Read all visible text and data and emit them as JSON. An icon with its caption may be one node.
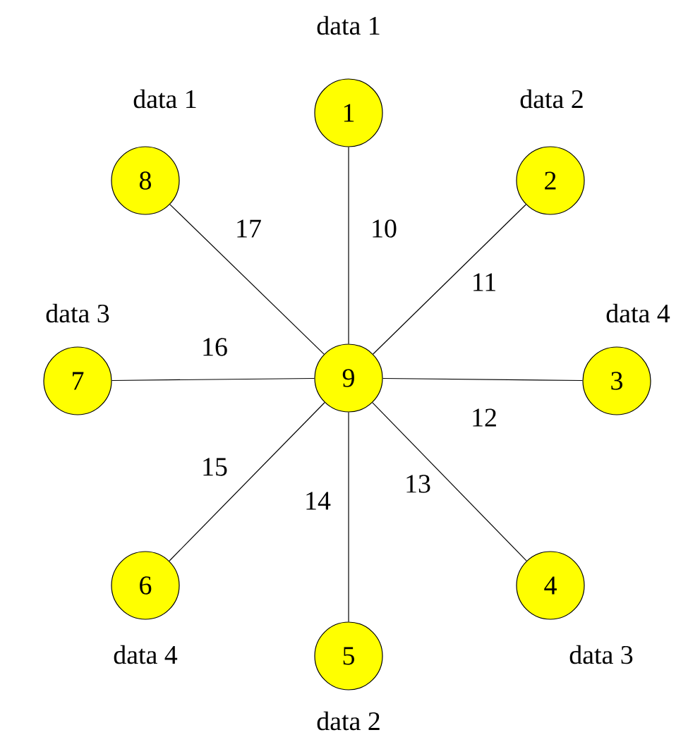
{
  "diagram": {
    "nodes": [
      {
        "text": [
          "1"
        ],
        "beside": [
          "data 1"
        ]
      },
      {
        "text": [
          "2"
        ],
        "beside": [
          "data 2"
        ]
      },
      {
        "text": [
          "3"
        ],
        "beside": [
          "data 4"
        ]
      },
      {
        "text": [
          "4"
        ],
        "beside": [
          "data 3"
        ]
      },
      {
        "text": [
          "5"
        ],
        "beside": [
          "data 2"
        ]
      },
      {
        "text": [
          "6"
        ],
        "beside": [
          "data 4"
        ]
      },
      {
        "text": [
          "7"
        ],
        "beside": [
          "data 3"
        ]
      },
      {
        "text": [
          "8"
        ],
        "beside": [
          "data 1"
        ]
      },
      {
        "text": [
          "9"
        ]
      }
    ],
    "edges": [
      {
        "from": 8,
        "to": 0,
        "arrow": "none",
        "label": "10"
      },
      {
        "from": 8,
        "to": 1,
        "arrow": "none",
        "label": "11"
      },
      {
        "from": 8,
        "to": 2,
        "arrow": "none",
        "label": "12"
      },
      {
        "from": 8,
        "to": 3,
        "arrow": "none",
        "label": "13"
      },
      {
        "from": 8,
        "to": 4,
        "arrow": "none",
        "label": "14"
      },
      {
        "from": 8,
        "to": 5,
        "arrow": "none",
        "label": "15"
      },
      {
        "from": 8,
        "to": 6,
        "arrow": "none",
        "label": "16"
      },
      {
        "from": 8,
        "to": 7,
        "arrow": "none",
        "label": "17"
      }
    ]
  }
}
